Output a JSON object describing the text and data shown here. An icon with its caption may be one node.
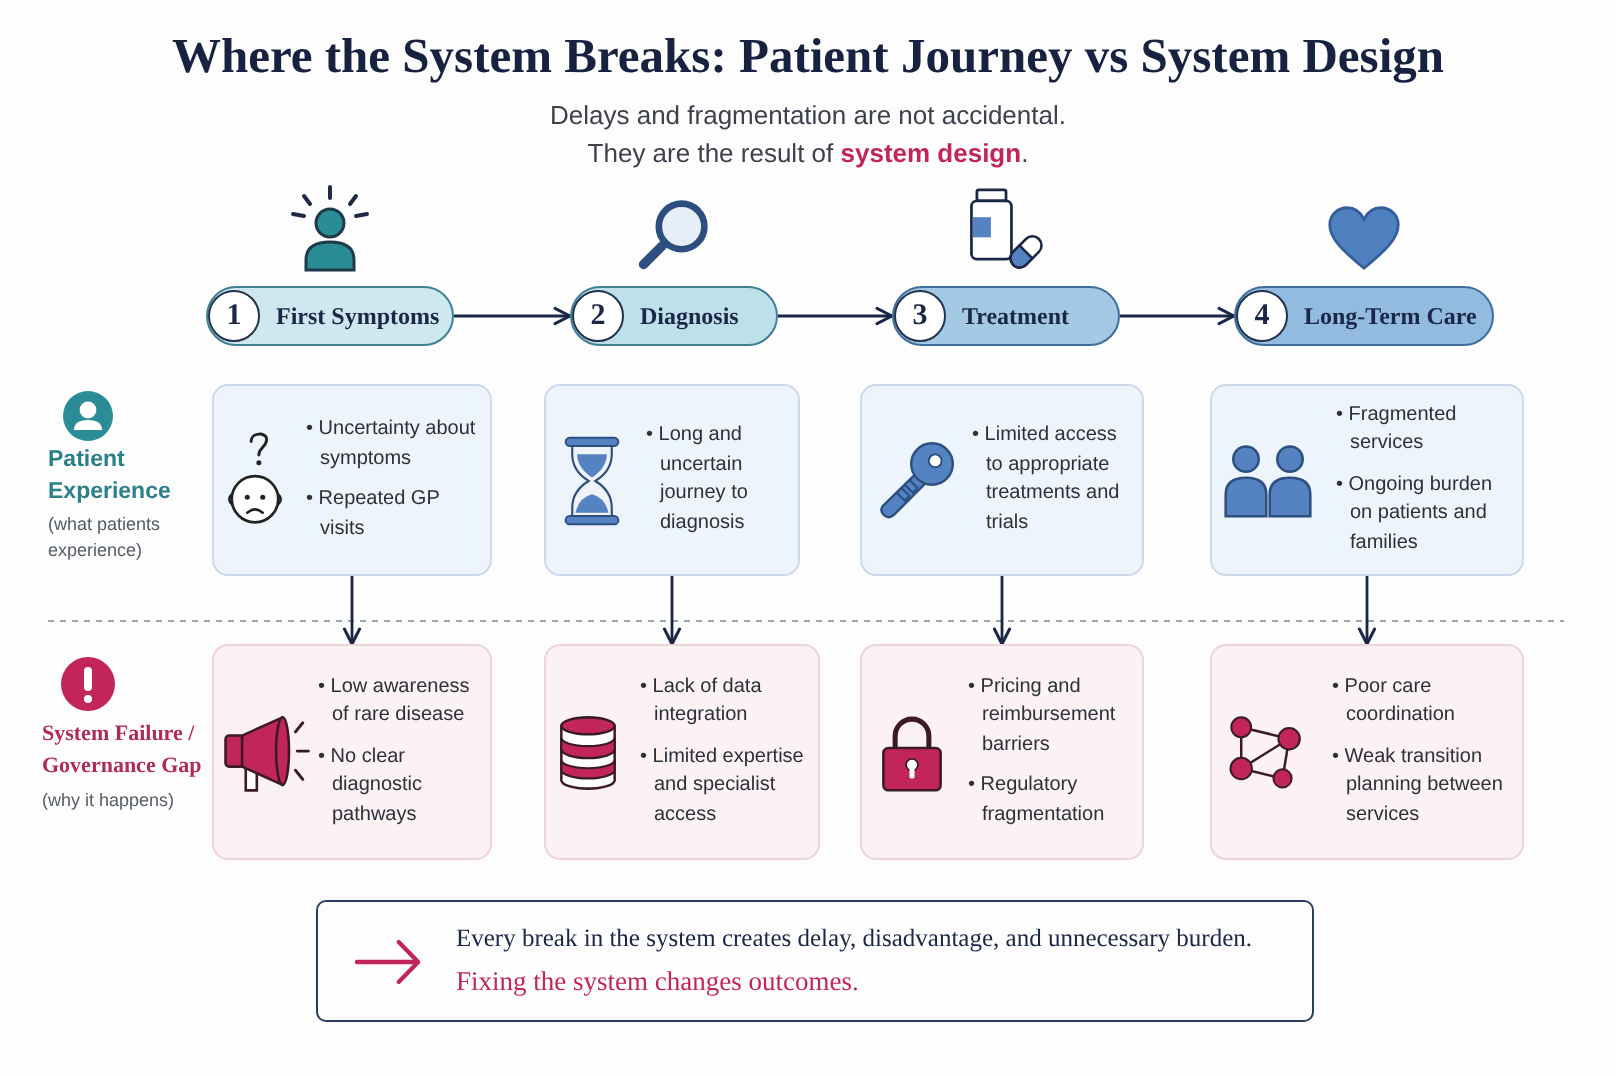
{
  "diagram": {
    "title": "Where the System Breaks: Patient Journey vs System Design",
    "nodes": [
      {
        "text": [
          "1",
          "First Symptoms"
        ]
      },
      {
        "text": [
          "2",
          "Diagnosis"
        ]
      },
      {
        "text": [
          "3",
          "Treatment"
        ]
      },
      {
        "text": [
          "4",
          "Long-Term Care"
        ]
      },
      {
        "text": [
          "• Uncertainty about symptoms",
          "• Repeated GP visits"
        ]
      },
      {
        "text": [
          "• Long and uncertain journey to diagnosis"
        ]
      },
      {
        "text": [
          "• Limited access to appropriate treatments and trials"
        ]
      },
      {
        "text": [
          "• Fragmented services",
          "• Ongoing burden on patients and families"
        ]
      },
      {
        "text": [
          "• Low awareness of rare disease",
          "• No clear diagnostic pathways"
        ]
      },
      {
        "text": [
          "• Lack of data integration",
          "• Limited expertise and specialist access"
        ]
      },
      {
        "text": [
          "• Pricing and reimbursement barriers",
          "• Regulatory fragmentation"
        ]
      },
      {
        "text": [
          "• Poor care coordination",
          "• Weak transition planning between services"
        ]
      },
      {
        "text": [
          "Every break in the system creates delay, disadvantage, and unnecessary burden.",
          "Fixing the system changes outcomes."
        ]
      }
    ],
    "edges": [
      {
        "from": 0,
        "to": 1,
        "arrow": "to"
      },
      {
        "from": 1,
        "to": 2,
        "arrow": "to"
      },
      {
        "from": 2,
        "to": 3,
        "arrow": "to"
      },
      {
        "from": 4,
        "to": 8,
        "arrow": "to"
      },
      {
        "from": 5,
        "to": 9,
        "arrow": "to"
      },
      {
        "from": 6,
        "to": 10,
        "arrow": "to"
      },
      {
        "from": 7,
        "to": 11,
        "arrow": "to"
      }
    ],
    "labels": [
      "Delays and fragmentation are not accidental. They are the result of **system design**.",
      "Patient Experience",
      "(what patients experience)",
      "System Failure / Governance Gap",
      "(why it happens)"
    ]
  }
}
